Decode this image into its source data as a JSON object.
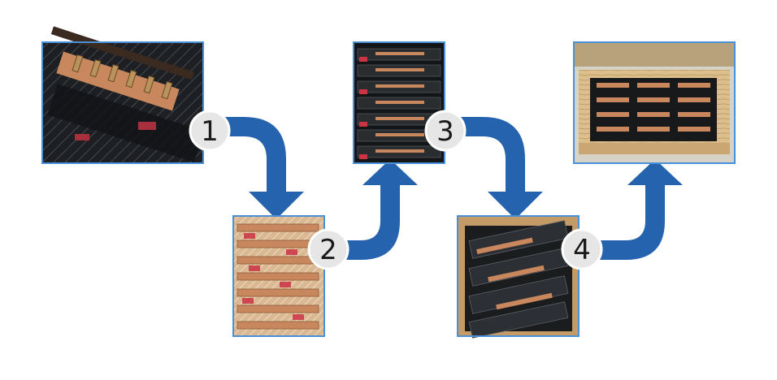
{
  "steps": [
    {
      "number": "1",
      "photo_icon": "copper-busbar-photo"
    },
    {
      "number": "2",
      "photo_icon": "wrapped-busbars-photo"
    },
    {
      "number": "3",
      "photo_icon": "stacked-busbars-photo"
    },
    {
      "number": "4",
      "photo_icon": "busbars-in-box-photo"
    }
  ],
  "photo_5_icon": "wooden-crate-photo",
  "colors": {
    "arrow": "#2563ae",
    "photo_border": "#4a90d9",
    "circle_fill": "#e6e6e6",
    "circle_stroke": "#ffffff",
    "copper": "#c8875c",
    "wrap_red": "#cc3344"
  }
}
